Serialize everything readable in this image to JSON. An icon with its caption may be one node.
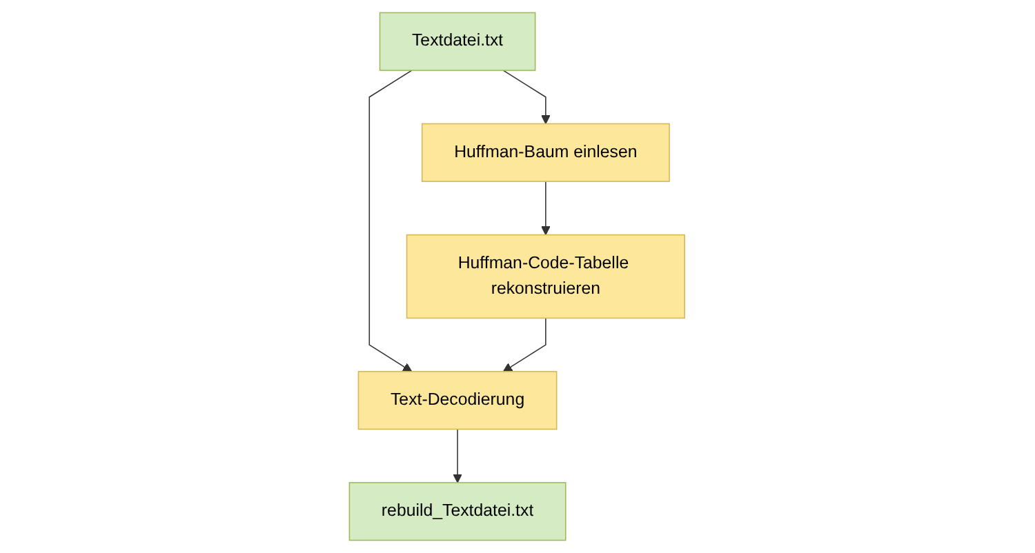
{
  "diagram": {
    "nodes": [
      {
        "text": [
          "Textdatei.txt"
        ]
      },
      {
        "text": [
          "Huffman-Baum einlesen"
        ]
      },
      {
        "text": [
          "Huffman-Code-Tabelle rekonstruieren"
        ]
      },
      {
        "text": [
          "Text-Decodierung"
        ]
      },
      {
        "text": [
          "rebuild_Textdatei.txt"
        ]
      }
    ],
    "edges": [
      {
        "from": 0,
        "to": 1,
        "arrow": "to"
      },
      {
        "from": 0,
        "to": 3,
        "arrow": "to"
      },
      {
        "from": 1,
        "to": 2,
        "arrow": "to"
      },
      {
        "from": 2,
        "to": 3,
        "arrow": "to"
      },
      {
        "from": 3,
        "to": 4,
        "arrow": "to"
      }
    ]
  }
}
